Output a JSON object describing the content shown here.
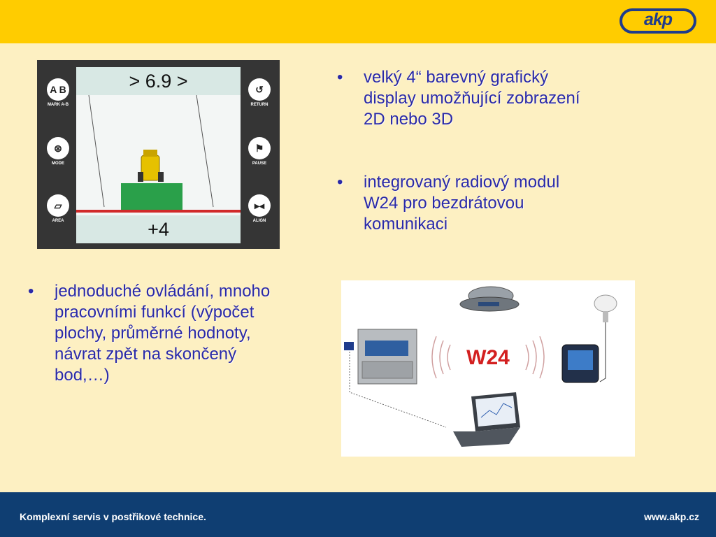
{
  "header": {
    "logo_text": "akp"
  },
  "display": {
    "top_value": "> 6.9 >",
    "bottom_value": "+4",
    "left_buttons": [
      {
        "glyph": "A B",
        "label": "MARK A-B"
      },
      {
        "glyph": "⊛",
        "label": "MODE"
      },
      {
        "glyph": "▱",
        "label": "AREA"
      }
    ],
    "right_buttons": [
      {
        "glyph": "↺",
        "label": "RETURN"
      },
      {
        "glyph": "⚑",
        "label": "PAUSE"
      },
      {
        "glyph": "▸◂",
        "label": "ALIGN"
      }
    ]
  },
  "bullets": {
    "b1": [
      "velký 4“ barevný grafický",
      "display umožňující zobrazení",
      "2D nebo 3D"
    ],
    "b2": [
      "integrovaný radiový modul",
      "W24 pro bezdrátovou",
      "komunikaci"
    ],
    "b3": [
      "jednoduché ovládání, mnoho",
      "pracovními funkcí (výpočet",
      "plochy, průměrné hodnoty,",
      "návrat zpět na skončený",
      "bod,…)"
    ],
    "dot": "•"
  },
  "diagram": {
    "center_label": "W24"
  },
  "footer": {
    "left_text": "Komplexní servis v postřikové technice.",
    "right_text": "www.akp.cz"
  },
  "colors": {
    "header": "#ffcc00",
    "background": "#fdf0c2",
    "footer": "#0f3e72",
    "text": "#2a2aa8",
    "logo": "#1f3c8c"
  }
}
